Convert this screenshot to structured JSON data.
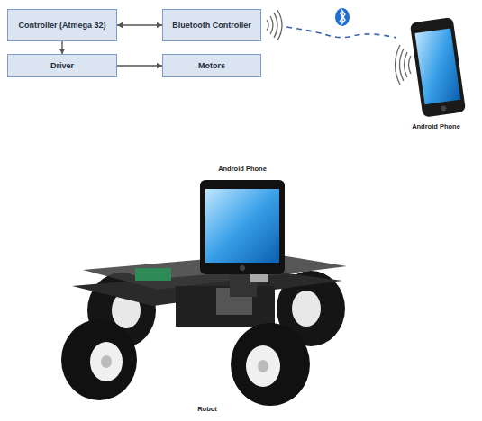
{
  "diagram": {
    "nodes": [
      {
        "text": [
          "Controller (Atmega 32)"
        ]
      },
      {
        "text": [
          "Bluetooth Controller"
        ]
      },
      {
        "text": [
          "Driver"
        ]
      },
      {
        "text": [
          "Motors"
        ]
      }
    ],
    "edges": [
      {
        "from": 0,
        "to": 1,
        "arrow": "both"
      },
      {
        "from": 0,
        "to": 2,
        "arrow": "to"
      },
      {
        "from": 2,
        "to": 3,
        "arrow": "to"
      }
    ],
    "labels": [
      "Android Phone",
      "Android Phone",
      "Robot"
    ]
  }
}
